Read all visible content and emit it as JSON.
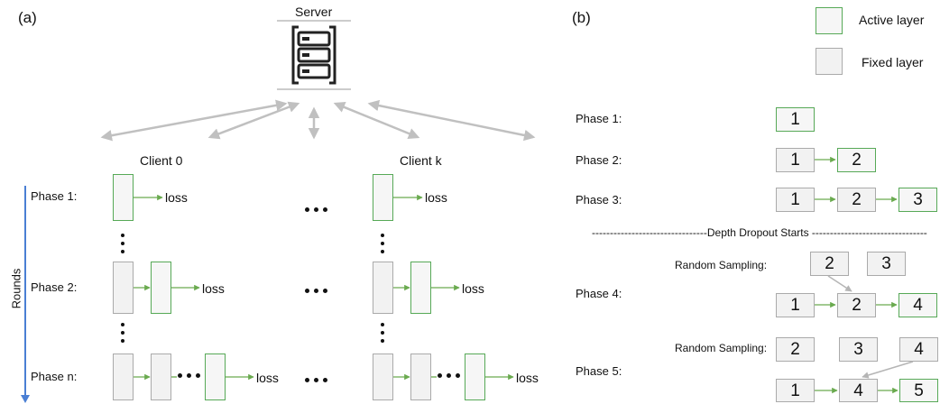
{
  "panel_a": {
    "label": "(a)",
    "server_label": "Server",
    "rounds_label": "Rounds",
    "client0_title": "Client 0",
    "clientk_title": "Client k",
    "phase1": "Phase 1:",
    "phase2": "Phase 2:",
    "phasen": "Phase n:",
    "loss": "loss",
    "colors": {
      "arrow": "#c0c0c0",
      "rounds_arrow": "#4a7fd4",
      "connector": "#6aaa4f"
    }
  },
  "panel_b": {
    "label": "(b)",
    "legend": {
      "active": "Active layer",
      "fixed": "Fixed layer"
    },
    "phase1": "Phase 1:",
    "phase2": "Phase 2:",
    "phase3": "Phase 3:",
    "phase4": "Phase 4:",
    "phase5": "Phase 5:",
    "depth_dropout": "--------------------------------Depth Dropout Starts --------------------------------",
    "random_sampling": "Random Sampling:",
    "n1": "1",
    "n2": "2",
    "n3": "3",
    "n4": "4",
    "n5": "5",
    "colors": {
      "active_border": "#57a957",
      "fixed_border": "#aaaaaa"
    }
  }
}
